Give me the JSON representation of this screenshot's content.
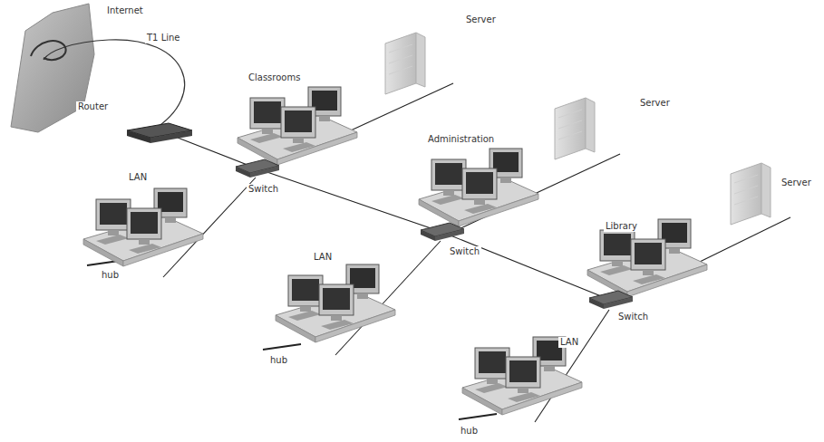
{
  "diagram": {
    "labels": [
      "Internet",
      "T1 Line",
      "Classrooms",
      "Server",
      "Router",
      "Server",
      "Administration",
      "LAN",
      "Switch",
      "Server",
      "Library",
      "LAN",
      "Switch",
      "hub",
      "LAN",
      "Switch",
      "hub",
      "hub"
    ]
  }
}
